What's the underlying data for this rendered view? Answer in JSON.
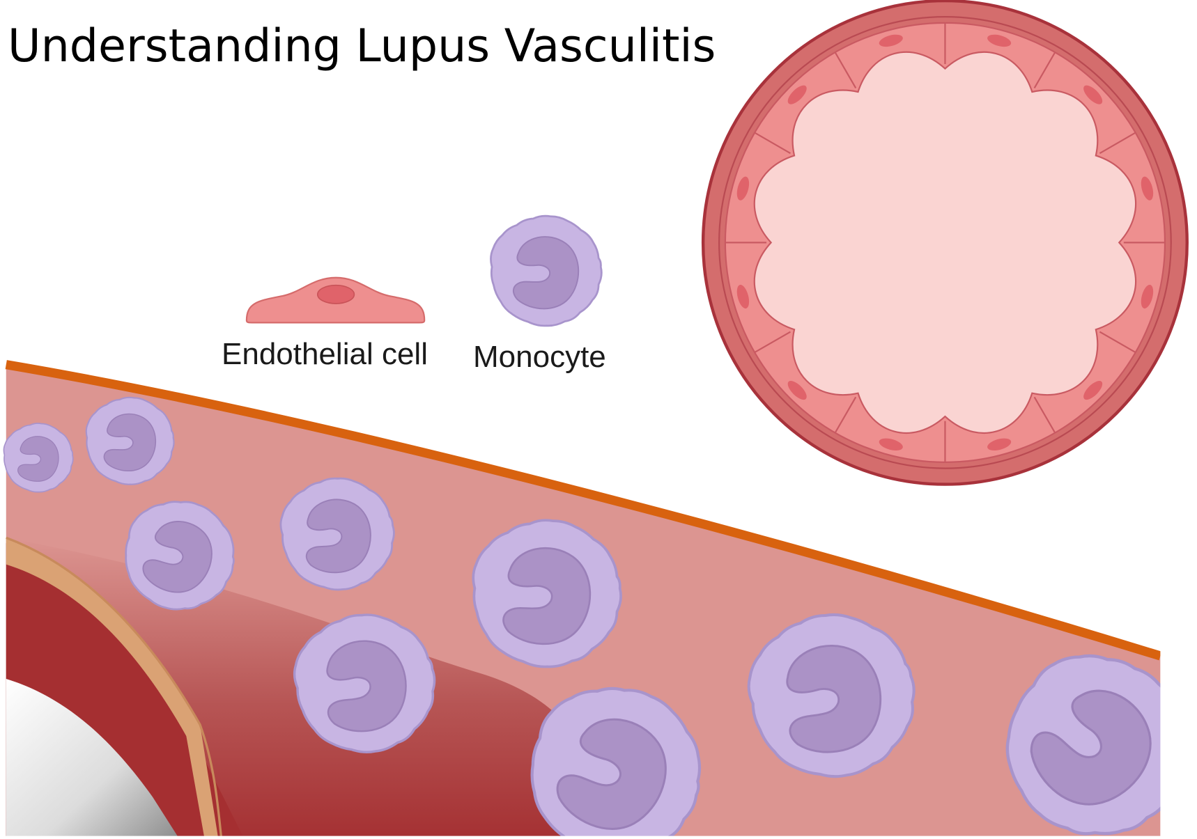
{
  "title": "Understanding Lupus Vasculitis",
  "legend": {
    "endothelial_cell": "Endothelial cell",
    "monocyte": "Monocyte"
  },
  "colors": {
    "vessel_wall_outer": "#d46d6d",
    "vessel_wall_rim": "#a8323b",
    "endothelium": "#ee8f8f",
    "endothelial_nucleus": "#e0636a",
    "lumen": "#fad4d2",
    "adventitia_stroke": "#d8620f",
    "vessel_interior": "#dc9591",
    "vessel_deep_wall": "#a52f31",
    "intima_band": "#daa274",
    "monocyte_cytoplasm": "#c8b5e3",
    "monocyte_border": "#a894cc",
    "monocyte_nucleus": "#ab92c6"
  }
}
